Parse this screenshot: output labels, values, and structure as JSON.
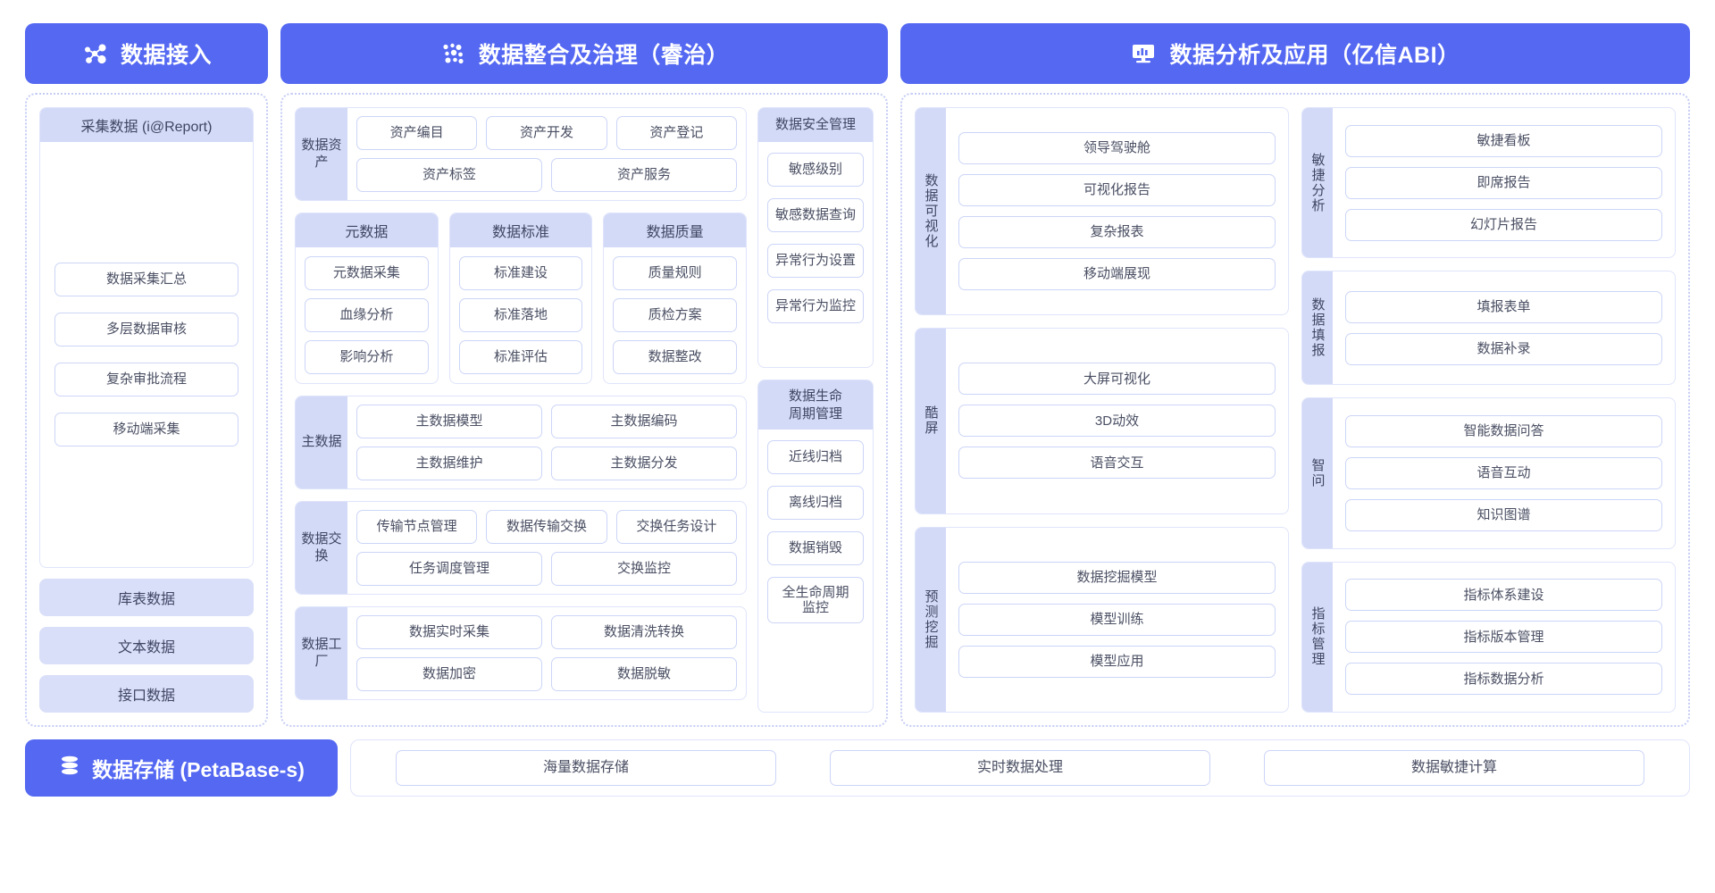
{
  "headers": [
    {
      "label": "数据接入",
      "icon": "network-nodes-icon"
    },
    {
      "label": "数据整合及治理（睿治）",
      "icon": "data-dots-icon"
    },
    {
      "label": "数据分析及应用（亿信ABI）",
      "icon": "monitor-chart-icon"
    }
  ],
  "ingest": {
    "collect": {
      "title": "采集数据 (i@Report)",
      "items": [
        "数据采集汇总",
        "多层数据审核",
        "复杂审批流程",
        "移动端采集"
      ]
    },
    "sources": [
      "库表数据",
      "文本数据",
      "接口数据"
    ]
  },
  "governance": {
    "asset": {
      "side": "数据资产",
      "rows": [
        [
          "资产编目",
          "资产开发",
          "资产登记"
        ],
        [
          "资产标签",
          "资产服务"
        ]
      ]
    },
    "trio": [
      {
        "title": "元数据",
        "items": [
          "元数据采集",
          "血缘分析",
          "影响分析"
        ]
      },
      {
        "title": "数据标准",
        "items": [
          "标准建设",
          "标准落地",
          "标准评估"
        ]
      },
      {
        "title": "数据质量",
        "items": [
          "质量规则",
          "质检方案",
          "数据整改"
        ]
      }
    ],
    "master": {
      "side": "主数据",
      "rows": [
        [
          "主数据模型",
          "主数据编码"
        ],
        [
          "主数据维护",
          "主数据分发"
        ]
      ]
    },
    "exchange": {
      "side": "数据交换",
      "rows": [
        [
          "传输节点管理",
          "数据传输交换",
          "交换任务设计"
        ],
        [
          "任务调度管理",
          "交换监控"
        ]
      ]
    },
    "factory": {
      "side": "数据工厂",
      "rows": [
        [
          "数据实时采集",
          "数据清洗转换"
        ],
        [
          "数据加密",
          "数据脱敏"
        ]
      ]
    },
    "security": {
      "title": "数据安全管理",
      "items": [
        "敏感级别",
        "敏感数据查询",
        "异常行为设置",
        "异常行为监控"
      ]
    },
    "lifecycle": {
      "title": "数据生命\n周期管理",
      "items": [
        "近线归档",
        "离线归档",
        "数据销毁",
        "全生命周期\n监控"
      ]
    }
  },
  "analytics": {
    "left": [
      {
        "side": "数据可视化",
        "items": [
          "领导驾驶舱",
          "可视化报告",
          "复杂报表",
          "移动端展现"
        ]
      },
      {
        "side": "酷屏",
        "items": [
          "大屏可视化",
          "3D动效",
          "语音交互"
        ]
      },
      {
        "side": "预测挖掘",
        "items": [
          "数据挖掘模型",
          "模型训练",
          "模型应用"
        ]
      }
    ],
    "right": [
      {
        "side": "敏捷分析",
        "items": [
          "敏捷看板",
          "即席报告",
          "幻灯片报告"
        ]
      },
      {
        "side": "数据填报",
        "items": [
          "填报表单",
          "数据补录"
        ]
      },
      {
        "side": "智问",
        "items": [
          "智能数据问答",
          "语音互动",
          "知识图谱"
        ]
      },
      {
        "side": "指标管理",
        "items": [
          "指标体系建设",
          "指标版本管理",
          "指标数据分析"
        ]
      }
    ]
  },
  "storage": {
    "label": "数据存储 (PetaBase-s)",
    "icon": "database-icon",
    "items": [
      "海量数据存储",
      "实时数据处理",
      "数据敏捷计算"
    ]
  },
  "colors": {
    "brand": "#5468f2",
    "soft_purple": "#d3daf7",
    "chip_border": "#ccd5f7",
    "panel_border": "#c6cdf5"
  }
}
